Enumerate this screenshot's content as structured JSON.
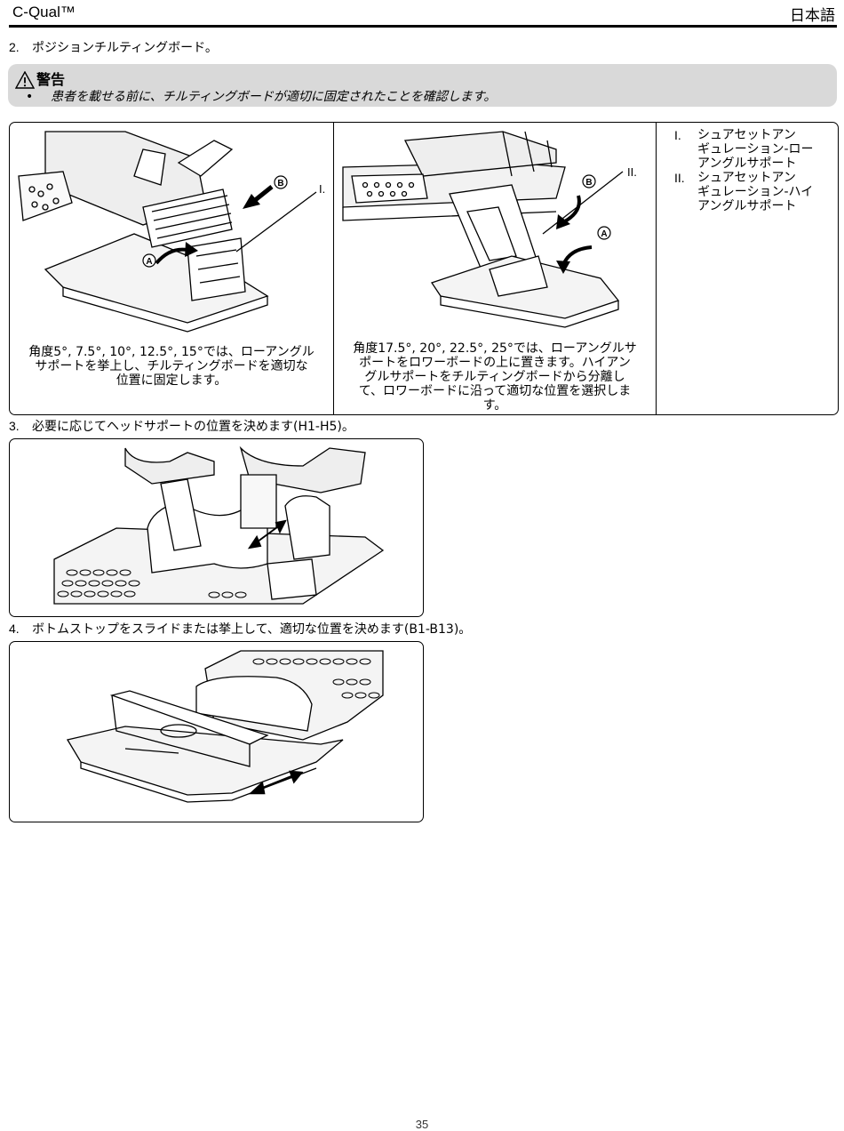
{
  "header": {
    "left": "C-Qual™",
    "right": "日本語"
  },
  "steps": [
    {
      "num": "2.",
      "text": "ポジションチルティングボード。"
    },
    {
      "num": "3.",
      "text": "必要に応じてヘッドサポートの位置を決めます(H1-H5)。"
    },
    {
      "num": "4.",
      "text": "ボトムストップをスライドまたは挙上して、適切な位置を決めます(B1-B13)。"
    }
  ],
  "warning": {
    "title": "警告",
    "bullet": "•",
    "message": "患者を載せる前に、チルティングボードが適切に固定されたことを確認します。"
  },
  "table": {
    "captions": [
      [
        "角度5°, 7.5°, 10°, 12.5°, 15°では、ローアングル",
        "サポートを挙上し、チルティングボードを適切な",
        "位置に固定します。"
      ],
      [
        "角度17.5°, 20°, 22.5°, 25°では、ローアングルサ",
        "ポートをロワーボードの上に置きます。ハイアン",
        "グルサポートをチルティングボードから分離し",
        "て、ロワーボードに沿って適切な位置を選択しま",
        "す。"
      ]
    ],
    "callouts": {
      "fig1_ref": "I.",
      "fig2_ref": "II.",
      "a": "A",
      "b": "B"
    },
    "legend": [
      {
        "num": "I.",
        "lines": [
          "シュアセットアン",
          "ギュレーション-ロー",
          "アングルサポート"
        ]
      },
      {
        "num": "II.",
        "lines": [
          "シュアセットアン",
          "ギュレーション-ハイ",
          "アングルサポート"
        ]
      }
    ]
  },
  "page_number": "35"
}
